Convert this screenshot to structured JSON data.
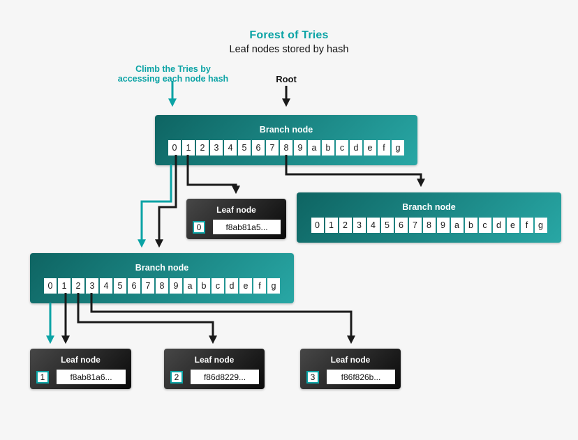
{
  "header": {
    "title": "Forest of Tries",
    "subtitle": "Leaf nodes stored by hash"
  },
  "annotations": {
    "climb_line1": "Climb the Tries by",
    "climb_line2": "accessing each node hash",
    "root_label": "Root"
  },
  "cells": {
    "digits": [
      "0",
      "1",
      "2",
      "3",
      "4",
      "5",
      "6",
      "7",
      "8",
      "9",
      "a",
      "b",
      "c",
      "d",
      "e",
      "f",
      "g"
    ]
  },
  "nodes": {
    "branch_top": {
      "label": "Branch node"
    },
    "branch_right": {
      "label": "Branch node"
    },
    "branch_lower": {
      "label": "Branch node"
    },
    "leaf_0": {
      "label": "Leaf node",
      "index": "0",
      "hash": "f8ab81a5..."
    },
    "leaf_1": {
      "label": "Leaf node",
      "index": "1",
      "hash": "f8ab81a6..."
    },
    "leaf_2": {
      "label": "Leaf node",
      "index": "2",
      "hash": "f86d8229..."
    },
    "leaf_3": {
      "label": "Leaf node",
      "index": "3",
      "hash": "f86f826b..."
    }
  },
  "colors": {
    "background": "#f6f6f6",
    "accent_teal": "#0ba3a5",
    "branch_gradient_start": "#0e6462",
    "branch_gradient_end": "#28a7a5",
    "leaf_gradient_start": "#474747",
    "leaf_gradient_end": "#0a0a0a",
    "arrow_black": "#1a1a1a"
  }
}
